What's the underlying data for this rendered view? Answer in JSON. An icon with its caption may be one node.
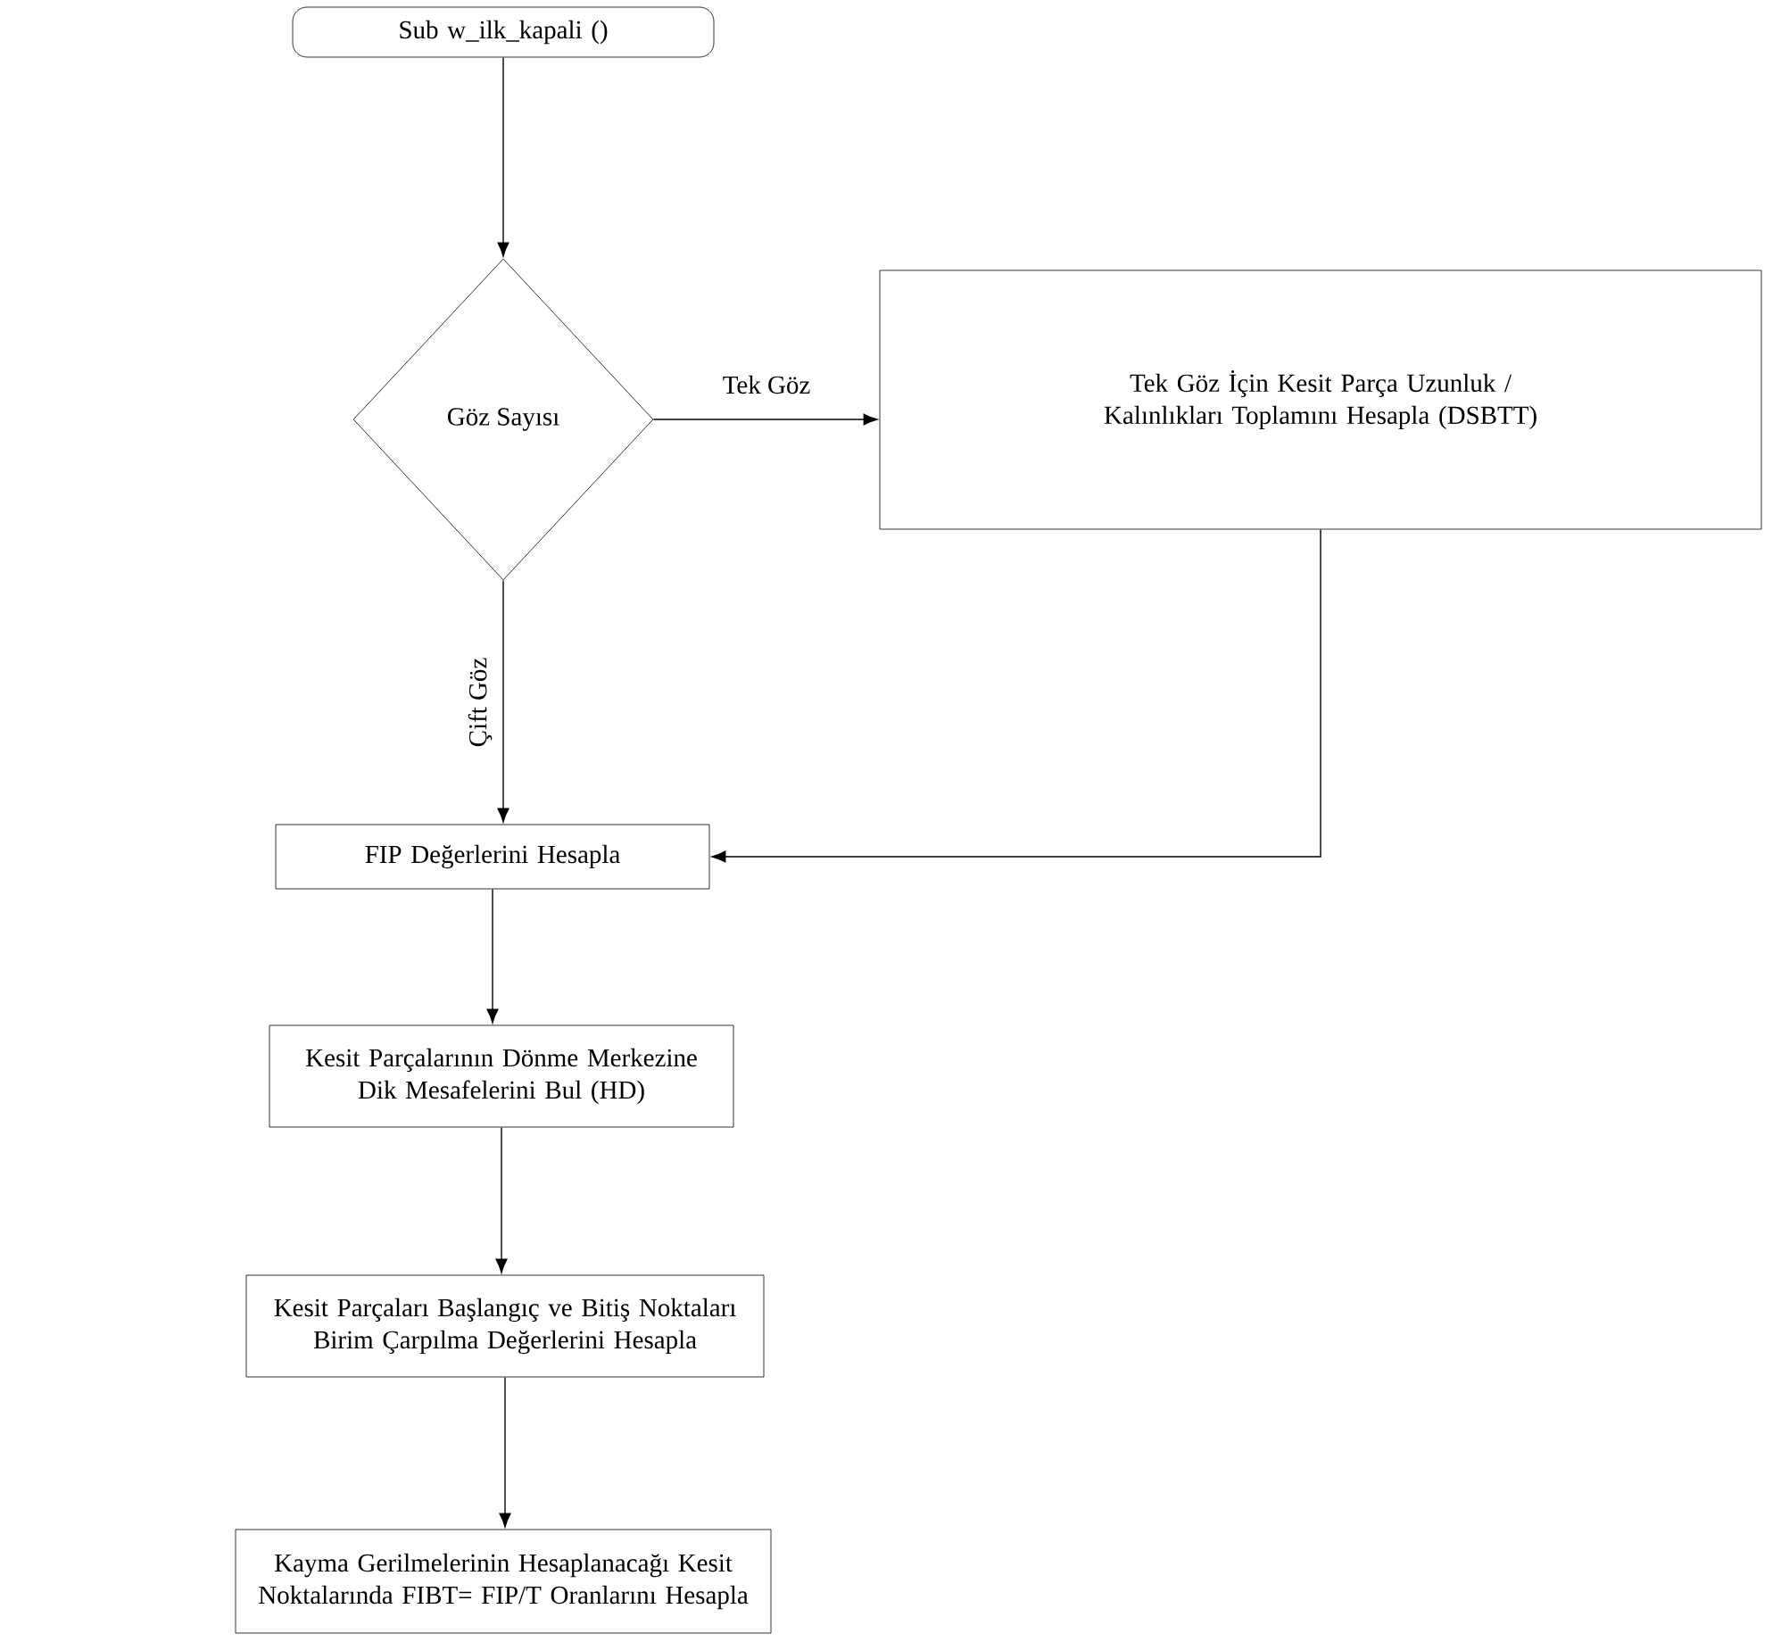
{
  "diagram": {
    "nodes": [
      {
        "text": [
          "Sub w_ilk_kapali ()"
        ]
      },
      {
        "text": [
          "Göz Sayısı"
        ]
      },
      {
        "text": [
          "Tek Göz İçin Kesit Parça Uzunluk / Kalınlıkları Toplamını Hesapla (DSBTT)"
        ]
      },
      {
        "text": [
          "FIP Değerlerini Hesapla"
        ]
      },
      {
        "text": [
          "Kesit Parçalarının Dönme Merkezine Dik Mesafelerini Bul (HD)"
        ]
      },
      {
        "text": [
          "Kesit Parçaları Başlangıç ve Bitiş Noktaları Birim Çarpılma Değerlerini Hesapla"
        ]
      },
      {
        "text": [
          "Kayma Gerilmelerinin Hesaplanacağı Kesit Noktalarında FIBT= FIP/T Oranlarını Hesapla"
        ]
      }
    ],
    "edges": [
      {
        "from": 0,
        "to": 1,
        "arrow": "to"
      },
      {
        "from": 1,
        "to": 2,
        "arrow": "to",
        "label": "Tek Göz"
      },
      {
        "from": 1,
        "to": 3,
        "arrow": "to",
        "label": "Çift Göz"
      },
      {
        "from": 2,
        "to": 3,
        "arrow": "to"
      },
      {
        "from": 3,
        "to": 4,
        "arrow": "to"
      },
      {
        "from": 4,
        "to": 5,
        "arrow": "to"
      },
      {
        "from": 5,
        "to": 6,
        "arrow": "to"
      }
    ]
  }
}
